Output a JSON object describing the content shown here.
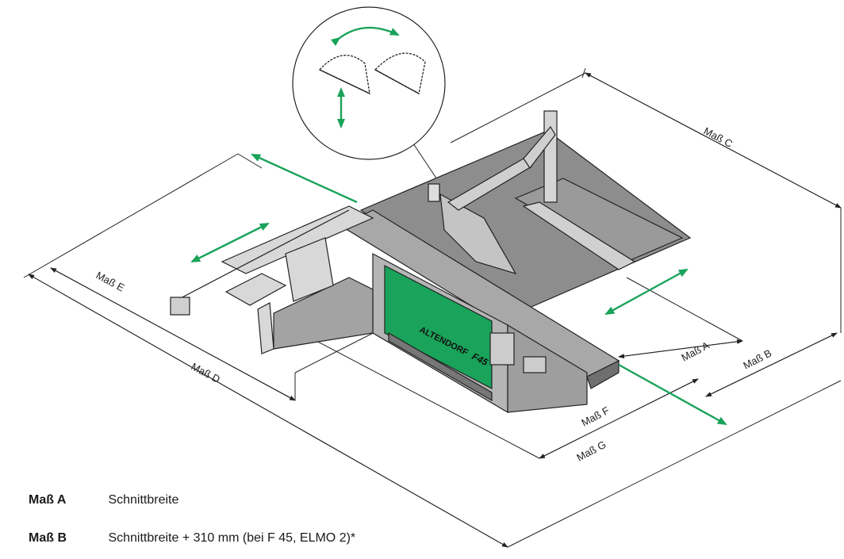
{
  "diagram": {
    "dimension_labels": {
      "a": "Maß A",
      "b": "Maß B",
      "c": "Maß C",
      "d": "Maß D",
      "e": "Maß E",
      "f": "Maß F",
      "g": "Maß G"
    },
    "machine": {
      "brand": "ALTENDORF",
      "model": "F45"
    },
    "colors": {
      "accent": "#1aa35a",
      "machine_body": "#b5b5b5",
      "table_top": "#8d8d8d",
      "line": "#222222"
    }
  },
  "legend": {
    "items": [
      {
        "key": "Maß A",
        "text": "Schnittbreite"
      },
      {
        "key": "Maß B",
        "text": "Schnittbreite + 310 mm (bei F 45, ELMO 2)*"
      }
    ]
  }
}
